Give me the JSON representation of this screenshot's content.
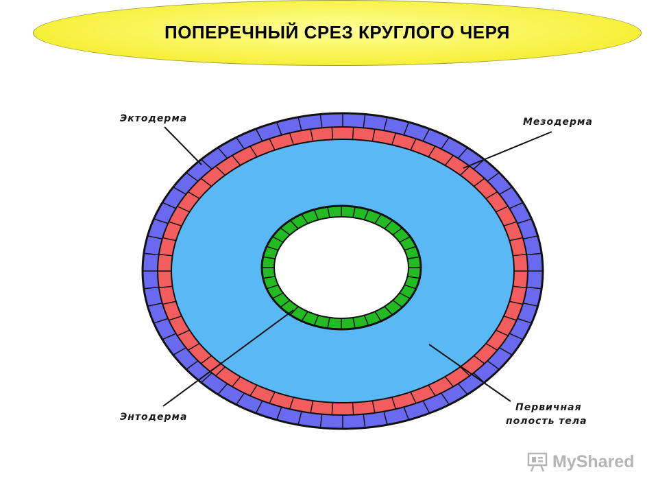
{
  "title": "ПОПЕРЕЧНЫЙ СРЕЗ КРУГЛОГО ЧЕРЯ",
  "labels": {
    "ectoderm": "Эктодерма",
    "mesoderm": "Мезодерма",
    "endoderm": "Энтодерма",
    "cavity_line1": "Первичная",
    "cavity_line2": "полость тела"
  },
  "watermark": "MyShared",
  "colors": {
    "ectoderm": "#6a6af0",
    "mesoderm": "#f45d5d",
    "cavity": "#5ab8f5",
    "endoderm": "#22bb22",
    "title_fill": "#f6f03a"
  },
  "icons": [
    "presentation-board-icon"
  ]
}
